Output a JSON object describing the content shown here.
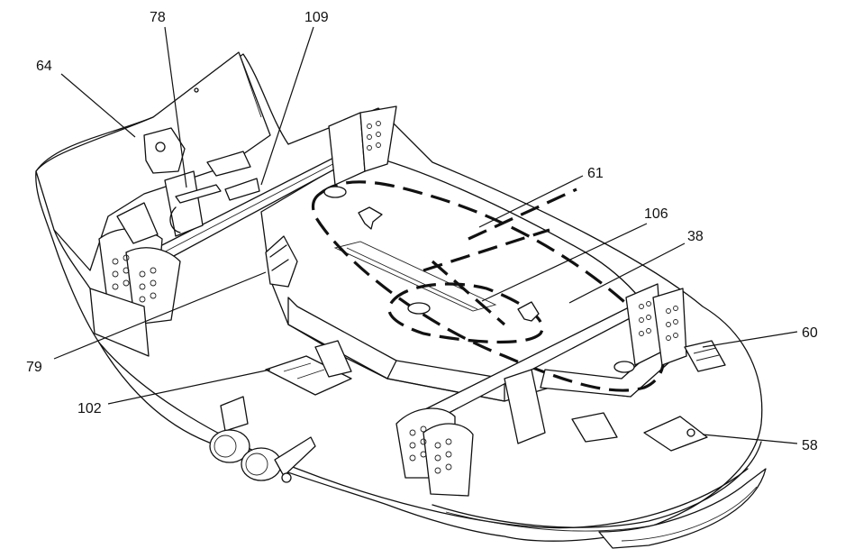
{
  "diagram": {
    "callouts": [
      {
        "id": "c64",
        "label": "64"
      },
      {
        "id": "c78",
        "label": "78"
      },
      {
        "id": "c109",
        "label": "109"
      },
      {
        "id": "c61",
        "label": "61"
      },
      {
        "id": "c106",
        "label": "106"
      },
      {
        "id": "c38",
        "label": "38"
      },
      {
        "id": "c60",
        "label": "60"
      },
      {
        "id": "c79",
        "label": "79"
      },
      {
        "id": "c102",
        "label": "102"
      },
      {
        "id": "c58",
        "label": "58"
      }
    ]
  }
}
